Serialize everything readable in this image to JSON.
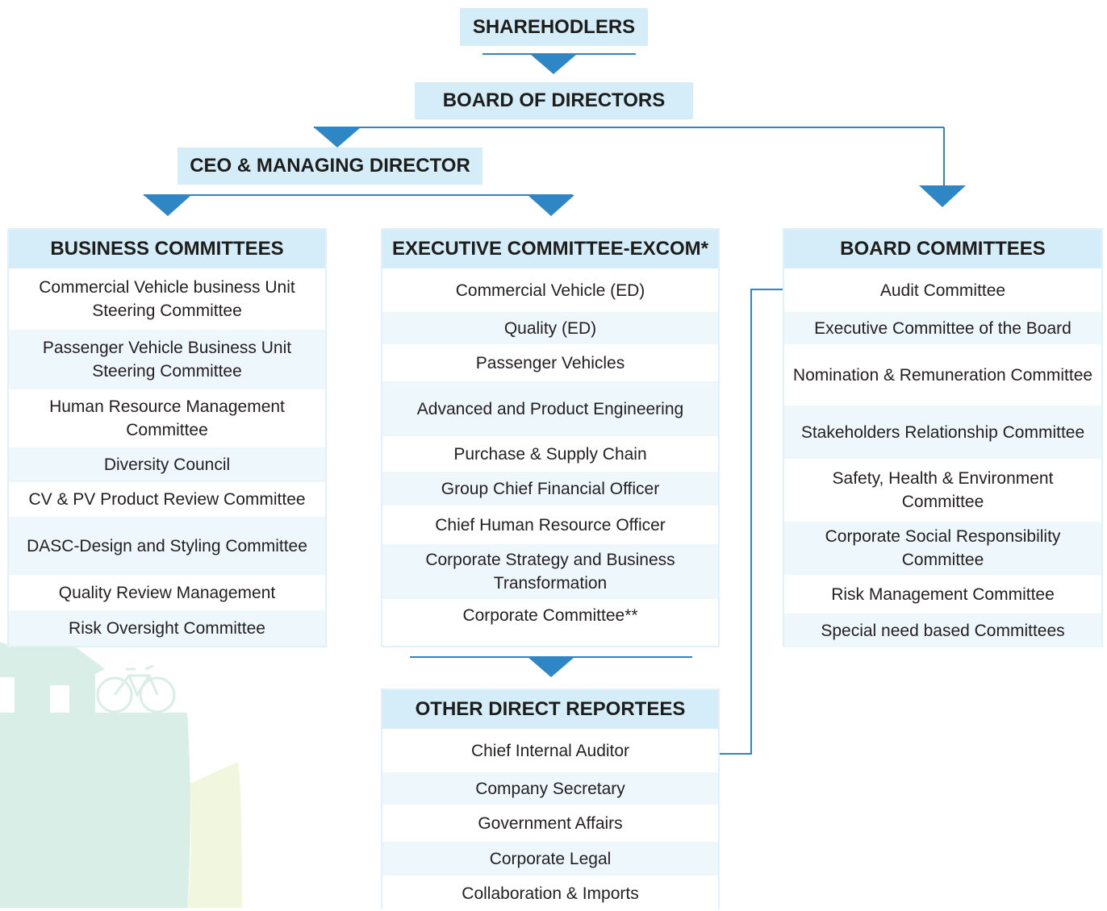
{
  "top": {
    "shareholders": "SHAREHODLERS",
    "board_of_directors": "BOARD OF DIRECTORS",
    "ceo": "CEO & MANAGING DIRECTOR"
  },
  "business_committees": {
    "title": "BUSINESS COMMITTEES",
    "items": [
      "Commercial Vehicle business Unit Steering Committee",
      "Passenger Vehicle Business Unit Steering Committee",
      "Human Resource Management Committee",
      "Diversity Council",
      "CV & PV Product Review Committee",
      "DASC-Design and Styling Committee",
      "Quality Review Management",
      "Risk Oversight Committee"
    ]
  },
  "executive_committee": {
    "title": "EXECUTIVE COMMITTEE-EXCOM*",
    "items": [
      "Commercial Vehicle (ED)",
      "Quality (ED)",
      "Passenger Vehicles",
      "Advanced and Product Engineering",
      "Purchase & Supply Chain",
      "Group Chief Financial Officer",
      "Chief Human Resource Officer",
      "Corporate Strategy and Business Transformation",
      "Corporate Committee**"
    ]
  },
  "board_committees": {
    "title": "BOARD COMMITTEES",
    "items": [
      "Audit Committee",
      "Executive  Committee of the Board",
      "Nomination & Remuneration Committee",
      "Stakeholders Relationship Committee",
      "Safety, Health & Environment Committee",
      "Corporate Social Responsibility Committee",
      "Risk Management Committee",
      "Special need based Committees"
    ]
  },
  "other_direct_reportees": {
    "title": "OTHER DIRECT REPORTEES",
    "items": [
      "Chief Internal Auditor",
      "Company Secretary",
      "Government Affairs",
      "Corporate Legal",
      "Collaboration &  Imports"
    ]
  },
  "colors": {
    "header_fill": "#d5edf8",
    "row_alt_fill": "#eef7fc",
    "connector": "#2f86c5",
    "text": "#231f20"
  }
}
